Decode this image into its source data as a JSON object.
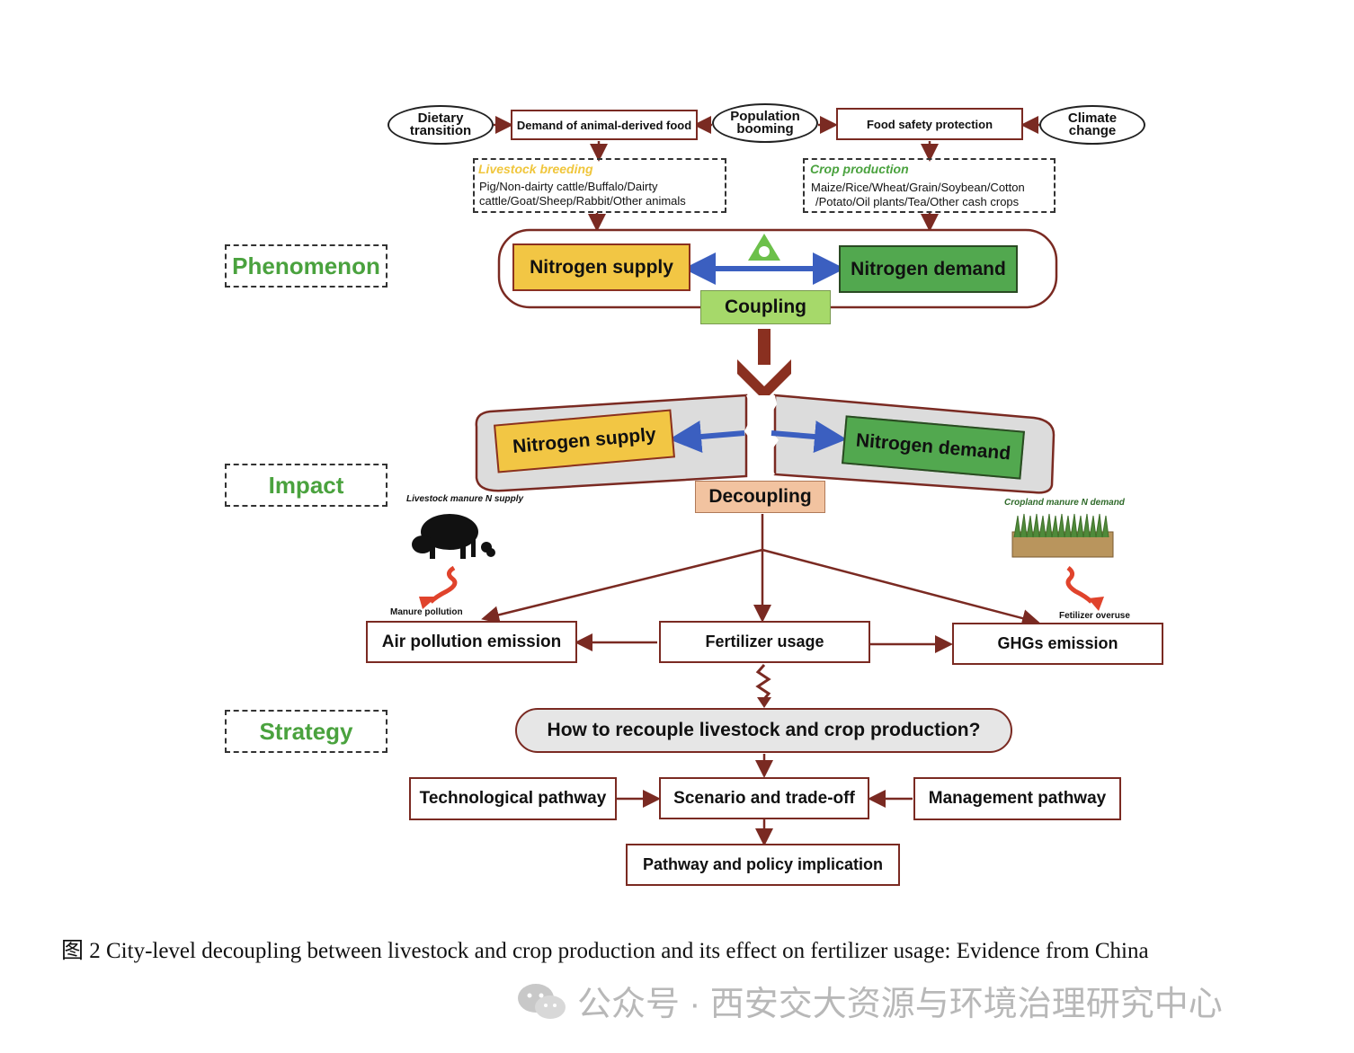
{
  "top_row": {
    "dietary": "Dietary transition",
    "animal_food": "Demand of animal-derived food",
    "population": "Population booming",
    "food_safety": "Food safety protection",
    "climate": "Climate change"
  },
  "livestock": {
    "title": "Livestock breeding",
    "line1": "Pig/Non-dairty cattle/Buffalo/Dairty",
    "line2": "cattle/Goat/Sheep/Rabbit/Other animals"
  },
  "crop": {
    "title": "Crop production",
    "line1": "Maize/Rice/Wheat/Grain/Soybean/Cotton",
    "line2": "/Potato/Oil plants/Tea/Other cash crops"
  },
  "sections": {
    "phenomenon": "Phenomenon",
    "impact": "Impact",
    "strategy": "Strategy"
  },
  "phenomenon": {
    "supply": "Nitrogen supply",
    "demand": "Nitrogen demand",
    "coupling": "Coupling"
  },
  "impact": {
    "supply": "Nitrogen supply",
    "demand": "Nitrogen demand",
    "decoupling": "Decoupling",
    "livestock_note": "Livestock manure N supply",
    "cropland_note": "Cropland manure N demand",
    "manure_pollution": "Manure pollution",
    "fertilizer_overuse": "Fetilizer overuse",
    "air": "Air pollution emission",
    "fertilizer": "Fertilizer usage",
    "ghg": "GHGs emission"
  },
  "strategy": {
    "question": "How to recouple livestock and crop production?",
    "tech": "Technological pathway",
    "scenario": "Scenario and trade-off",
    "management": "Management pathway",
    "policy": "Pathway and policy implication"
  },
  "caption": "图 2 City-level decoupling between livestock and crop production and its effect on fertilizer usage: Evidence from China",
  "watermark": "公众号 · 西安交大资源与环境治理研究中心",
  "colors": {
    "arrow": "#7a2a22",
    "section_text": "#4aa23e",
    "supply": "#f2c644",
    "demand": "#52a84f",
    "coupling": "#a6d96a",
    "decoupling": "#f2c3a0",
    "blue_arrow": "#3b5fc0",
    "red_wavy": "#e0432c"
  }
}
